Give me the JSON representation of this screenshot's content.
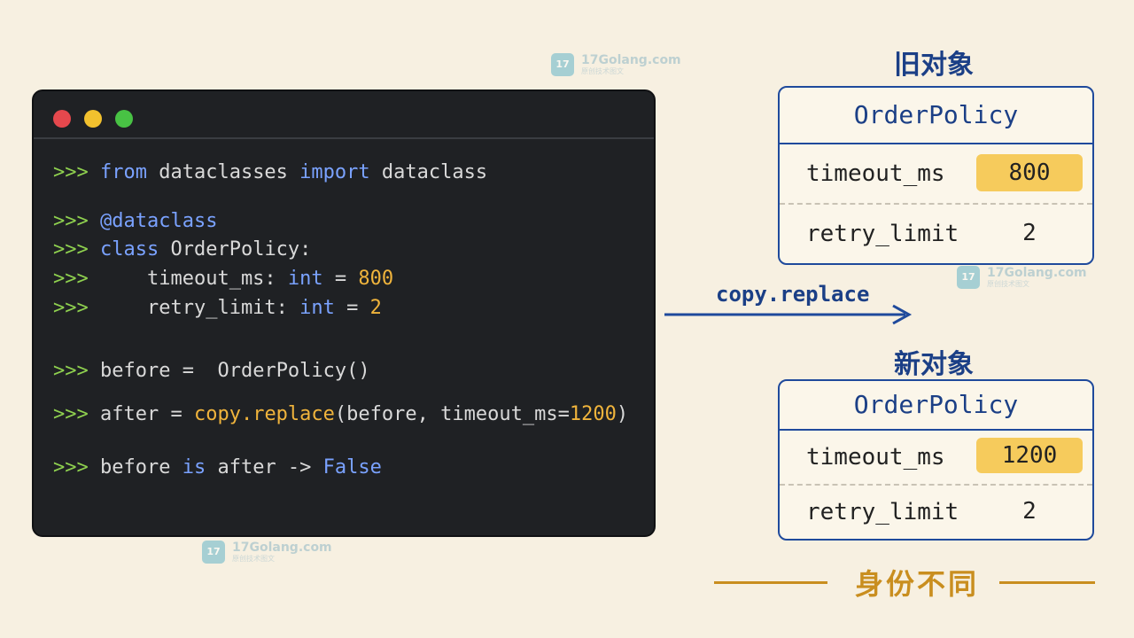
{
  "terminal": {
    "lines": [
      {
        "prompt": ">>>",
        "parts": [
          {
            "t": "kw",
            "v": "from"
          },
          {
            "t": "plain",
            "v": " dataclasses "
          },
          {
            "t": "kw",
            "v": "import"
          },
          {
            "t": "plain",
            "v": " dataclass"
          }
        ]
      },
      {
        "prompt": ">>>",
        "parts": [
          {
            "t": "kw",
            "v": "@dataclass"
          }
        ]
      },
      {
        "prompt": ">>>",
        "parts": [
          {
            "t": "kw",
            "v": "class"
          },
          {
            "t": "plain",
            "v": " OrderPolicy:"
          }
        ]
      },
      {
        "prompt": ">>>",
        "parts": [
          {
            "t": "plain",
            "v": "    timeout_ms: "
          },
          {
            "t": "kw",
            "v": "int"
          },
          {
            "t": "plain",
            "v": " = "
          },
          {
            "t": "num",
            "v": "800"
          }
        ]
      },
      {
        "prompt": ">>>",
        "parts": [
          {
            "t": "plain",
            "v": "    retry_limit: "
          },
          {
            "t": "kw",
            "v": "int"
          },
          {
            "t": "plain",
            "v": " = "
          },
          {
            "t": "num",
            "v": "2"
          }
        ]
      },
      {
        "prompt": ">>>",
        "parts": [
          {
            "t": "plain",
            "v": "before = "
          },
          {
            "t": "plain",
            "v": " OrderPolicy()"
          }
        ]
      },
      {
        "prompt": ">>>",
        "parts": [
          {
            "t": "plain",
            "v": "after = "
          },
          {
            "t": "fn",
            "v": "copy.replace"
          },
          {
            "t": "plain",
            "v": "(before, timeout_ms="
          },
          {
            "t": "num",
            "v": "1200"
          },
          {
            "t": "plain",
            "v": ")"
          }
        ]
      },
      {
        "prompt": ">>>",
        "parts": [
          {
            "t": "plain",
            "v": "before "
          },
          {
            "t": "kw",
            "v": "is"
          },
          {
            "t": "plain",
            "v": " after -> "
          },
          {
            "t": "kw",
            "v": "False"
          }
        ]
      }
    ]
  },
  "arrow": {
    "label": "copy.replace"
  },
  "old_object": {
    "title": "旧对象",
    "class_name": "OrderPolicy",
    "fields": [
      {
        "name": "timeout_ms",
        "value": "800",
        "highlight": true
      },
      {
        "name": "retry_limit",
        "value": "2",
        "highlight": false
      }
    ]
  },
  "new_object": {
    "title": "新对象",
    "class_name": "OrderPolicy",
    "fields": [
      {
        "name": "timeout_ms",
        "value": "1200",
        "highlight": true
      },
      {
        "name": "retry_limit",
        "value": "2",
        "highlight": false
      }
    ]
  },
  "footer": {
    "text": "身份不同"
  },
  "watermark": {
    "logo": "17",
    "text": "17Golang.com",
    "sub": "原创技术图文"
  },
  "colors": {
    "accent_blue": "#1f4a9c",
    "highlight": "#f6cb5c",
    "footer_gold": "#c98e1f",
    "prompt_green": "#8fd14f"
  }
}
